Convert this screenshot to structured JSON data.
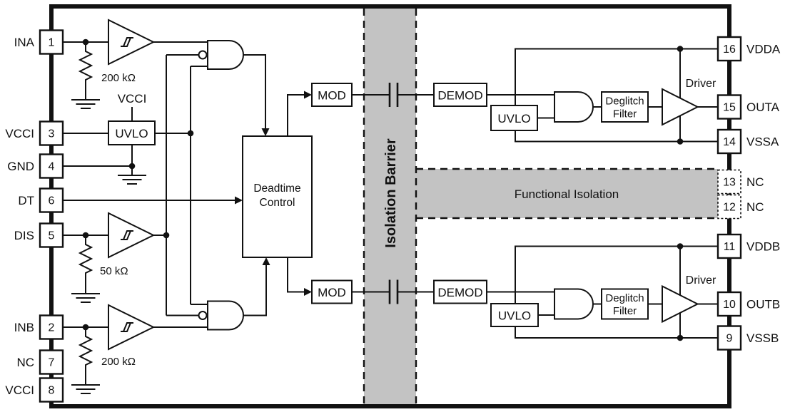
{
  "colors": {
    "line": "#111111",
    "band": "#c3c3c3",
    "background": "#ffffff"
  },
  "pins_left": [
    {
      "label": "INA",
      "num": "1"
    },
    {
      "label": "VCCI",
      "num": "3"
    },
    {
      "label": "GND",
      "num": "4"
    },
    {
      "label": "DT",
      "num": "6"
    },
    {
      "label": "DIS",
      "num": "5"
    },
    {
      "label": "INB",
      "num": "2"
    },
    {
      "label": "NC",
      "num": "7"
    },
    {
      "label": "VCCI",
      "num": "8"
    }
  ],
  "pins_right": [
    {
      "num": "16",
      "label": "VDDA"
    },
    {
      "num": "15",
      "label": "OUTA"
    },
    {
      "num": "14",
      "label": "VSSA"
    },
    {
      "num": "13",
      "label": "NC"
    },
    {
      "num": "12",
      "label": "NC"
    },
    {
      "num": "11",
      "label": "VDDB"
    },
    {
      "num": "10",
      "label": "OUTB"
    },
    {
      "num": "9",
      "label": "VSSB"
    }
  ],
  "blocks": {
    "vcci_supply": "VCCI",
    "uvlo_input": "UVLO",
    "deadtime": {
      "line1": "Deadtime",
      "line2": "Control"
    },
    "mod_a": "MOD",
    "mod_b": "MOD",
    "demod_a": "DEMOD",
    "demod_b": "DEMOD",
    "uvlo_a": "UVLO",
    "uvlo_b": "UVLO",
    "deglitch_a": {
      "line1": "Deglitch",
      "line2": "Filter"
    },
    "deglitch_b": {
      "line1": "Deglitch",
      "line2": "Filter"
    },
    "driver_a": "Driver",
    "driver_b": "Driver"
  },
  "bands": {
    "isolation_barrier": "Isolation Barrier",
    "functional_isolation": "Functional Isolation"
  },
  "resistors": {
    "ina": "200 kΩ",
    "dis": "50 kΩ",
    "inb": "200 kΩ"
  }
}
